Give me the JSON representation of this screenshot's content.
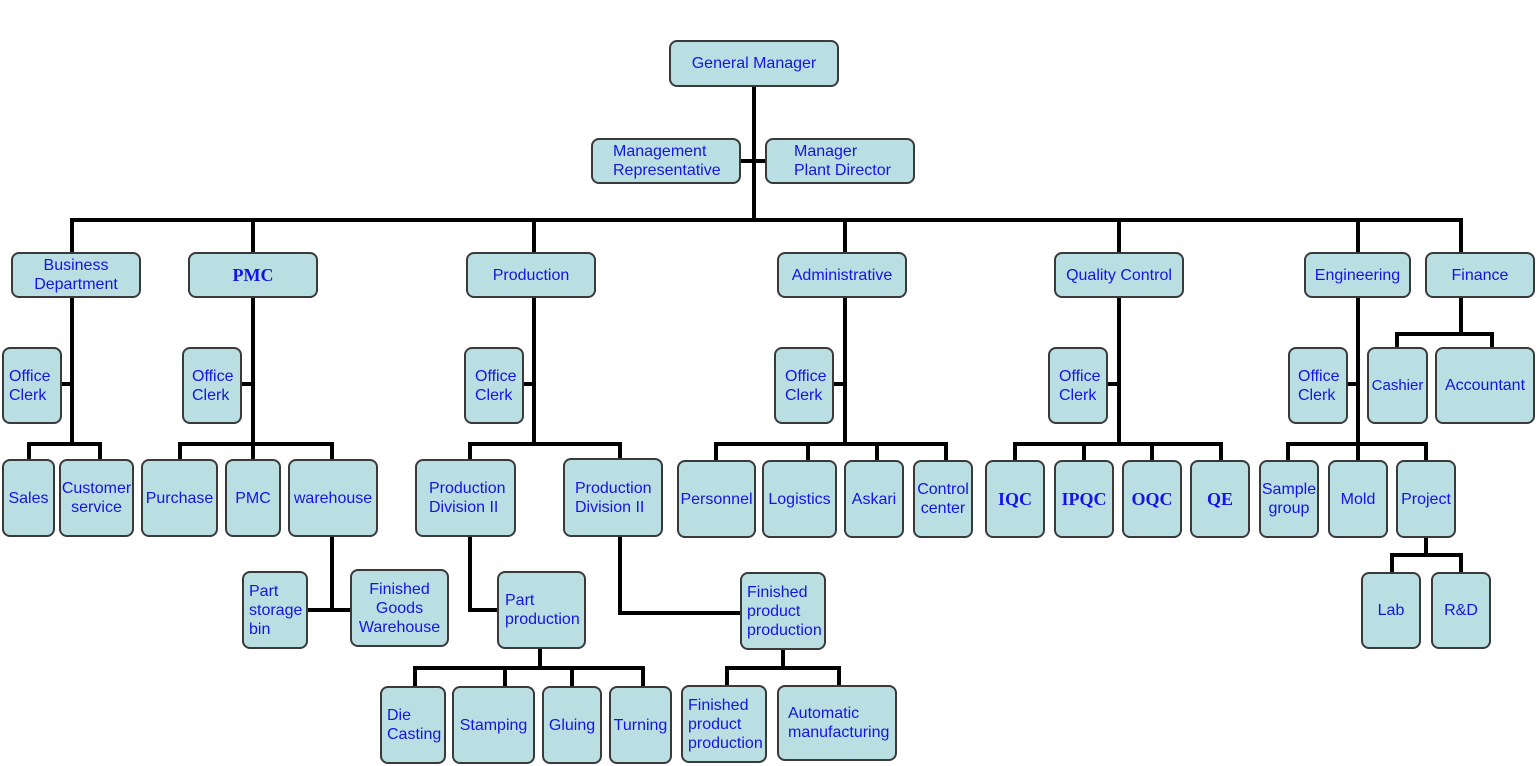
{
  "colors": {
    "box_fill": "#b9dfe2",
    "box_border": "#3a3a3a",
    "text": "#1414e6",
    "line": "#000000"
  },
  "nodes": {
    "general_manager": "General Manager",
    "management_representative": "Management\nRepresentative",
    "manager_plant_director": "Manager\nPlant Director",
    "business_department": "Business\nDepartment",
    "pmc": "PMC",
    "production": "Production",
    "administrative": "Administrative",
    "quality_control": "Quality Control",
    "engineering": "Engineering",
    "finance": "Finance",
    "office_clerk_business": "Office\nClerk",
    "office_clerk_pmc": "Office\nClerk",
    "office_clerk_production": "Office\nClerk",
    "office_clerk_administrative": "Office\nClerk",
    "office_clerk_quality": "Office\nClerk",
    "office_clerk_engineering": "Office\nClerk",
    "sales": "Sales",
    "customer_service": "Customer\nservice",
    "purchase": "Purchase",
    "pmc_sub": "PMC",
    "warehouse": "warehouse",
    "part_storage_bin": "Part\nstorage\nbin",
    "finished_goods_warehouse": "Finished\nGoods\nWarehouse",
    "production_division_a": "Production\nDivision II",
    "production_division_b": "Production\nDivision II",
    "part_production": "Part\nproduction",
    "finished_product_production": "Finished\nproduct\nproduction",
    "die_casting": "Die\nCasting",
    "stamping": "Stamping",
    "gluing": "Gluing",
    "turning": "Turning",
    "finished_product_production_sub": "Finished\nproduct\nproduction",
    "automatic_manufacturing": "Automatic\nmanufacturing",
    "personnel": "Personnel",
    "logistics": "Logistics",
    "askari": "Askari",
    "control_center": "Control\ncenter",
    "iqc": "IQC",
    "ipqc": "IPQC",
    "oqc": "OQC",
    "qe": "QE",
    "sample_group": "Sample\ngroup",
    "mold": "Mold",
    "project": "Project",
    "lab": "Lab",
    "rd": "R&D",
    "cashier": "Cashier",
    "accountant": "Accountant"
  }
}
